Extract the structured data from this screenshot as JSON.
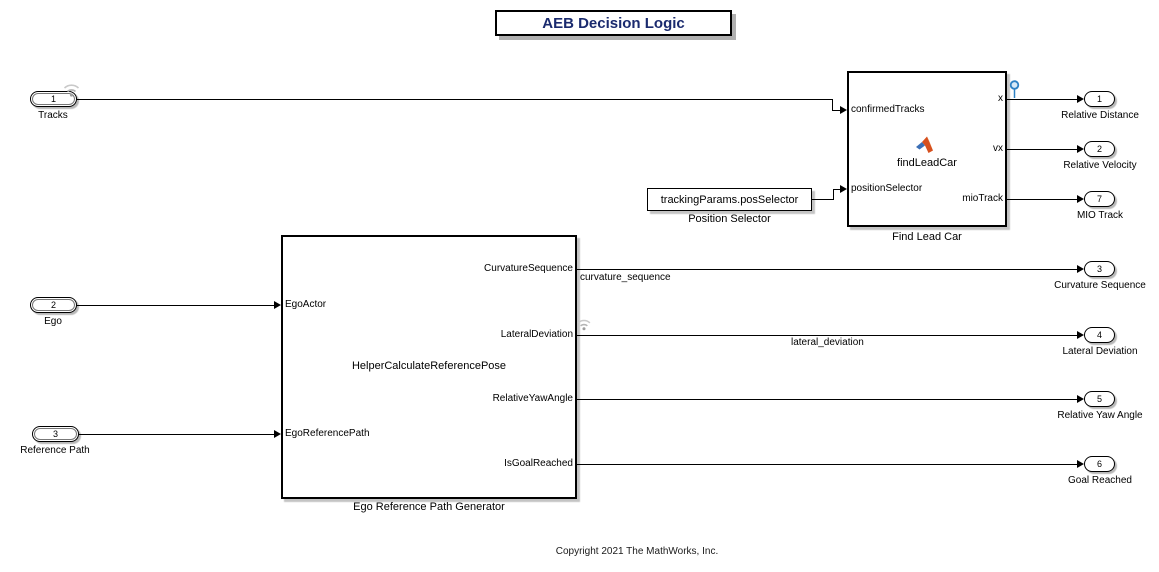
{
  "title": "AEB Decision Logic",
  "footer": "Copyright 2021 The MathWorks, Inc.",
  "inports": [
    {
      "num": "1",
      "label": "Tracks"
    },
    {
      "num": "2",
      "label": "Ego"
    },
    {
      "num": "3",
      "label": "Reference Path"
    }
  ],
  "outports": [
    {
      "num": "1",
      "label": "Relative Distance"
    },
    {
      "num": "2",
      "label": "Relative Velocity"
    },
    {
      "num": "7",
      "label": "MIO Track"
    },
    {
      "num": "3",
      "label": "Curvature Sequence"
    },
    {
      "num": "4",
      "label": "Lateral Deviation"
    },
    {
      "num": "5",
      "label": "Relative Yaw Angle"
    },
    {
      "num": "6",
      "label": "Goal Reached"
    }
  ],
  "find_lead_car": {
    "name": "Find Lead Car",
    "function_name": "findLeadCar",
    "inputs": [
      "confirmedTracks",
      "positionSelector"
    ],
    "outputs": [
      "x",
      "vx",
      "mioTrack"
    ]
  },
  "ego_path_generator": {
    "name": "Ego Reference Path Generator",
    "function_name": "HelperCalculateReferencePose",
    "inputs": [
      "EgoActor",
      "EgoReferencePath"
    ],
    "outputs": [
      "CurvatureSequence",
      "LateralDeviation",
      "RelativeYawAngle",
      "IsGoalReached"
    ]
  },
  "position_selector": {
    "value": "trackingParams.posSelector",
    "name": "Position Selector"
  },
  "signal_labels": {
    "curvature": "curvature_sequence",
    "lateral": "lateral_deviation"
  },
  "icons": {
    "logging_badge": "wifi-icon",
    "test_point_badge": "pin-icon",
    "matlab_function": "matlab-logo-icon"
  },
  "colors": {
    "title_text": "#1a2a6e",
    "block_border": "#000000",
    "canvas_bg": "#ffffff",
    "testpoint_blue": "#2e81c4",
    "logging_gray": "#9e9e9e",
    "matlab_orange": "#d6501e",
    "matlab_blue": "#3b6fb6"
  }
}
